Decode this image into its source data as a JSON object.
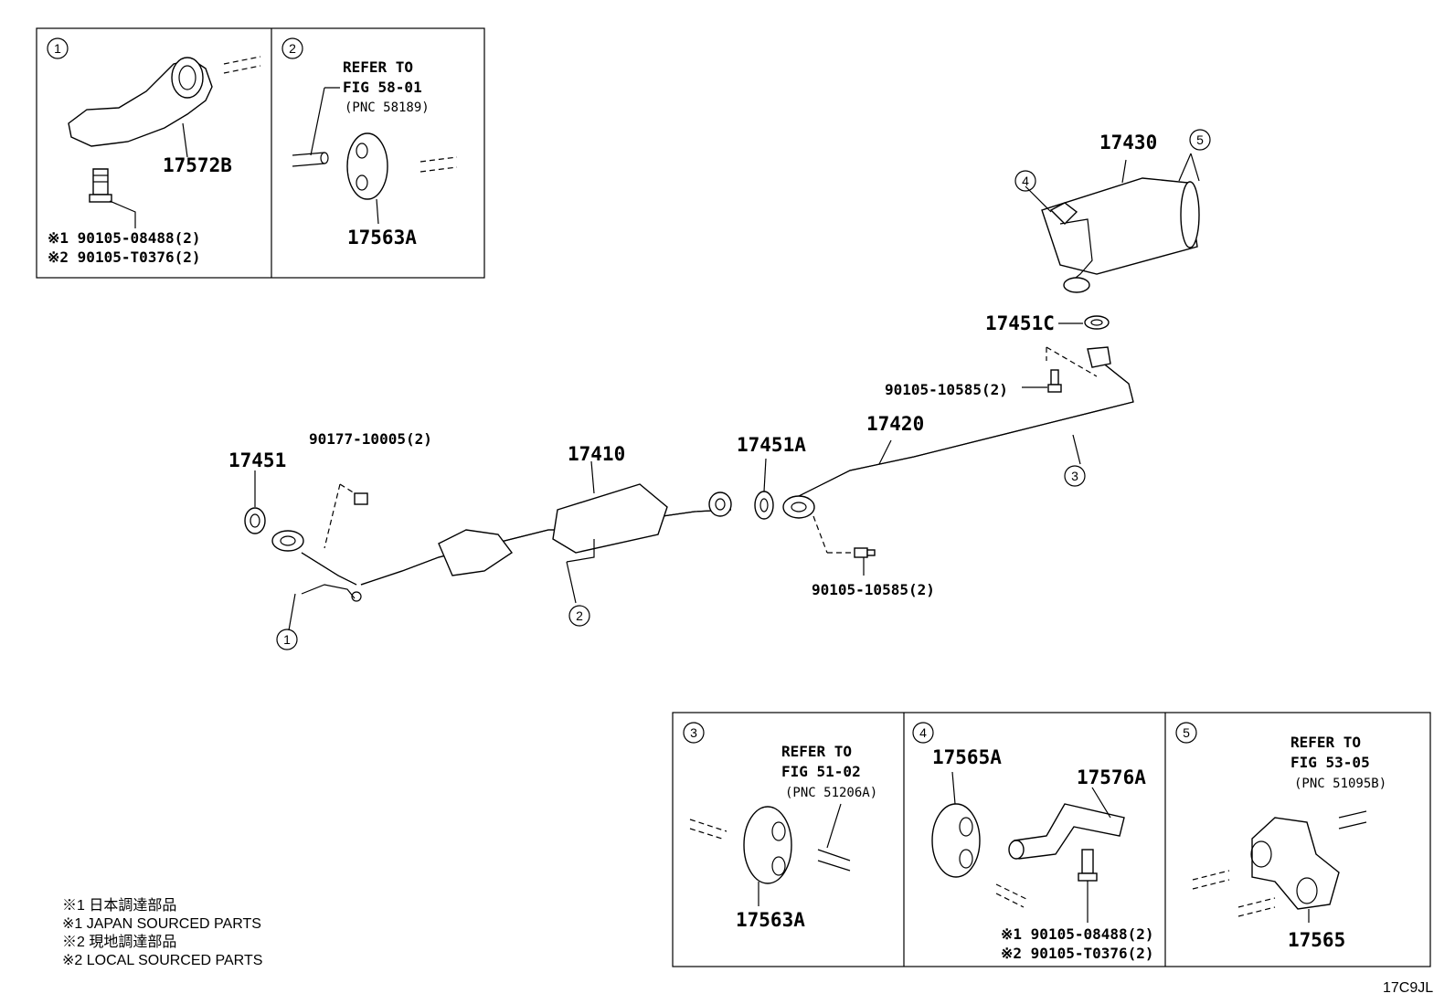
{
  "inset1": {
    "num": "1",
    "part": "17572B",
    "bolt1": "※1 90105-08488(2)",
    "bolt2": "※2 90105-T0376(2)"
  },
  "inset2": {
    "num": "2",
    "refer1": "REFER TO",
    "refer2": "FIG 58-01",
    "pnc": "(PNC 58189)",
    "part": "17563A"
  },
  "inset3": {
    "num": "3",
    "refer1": "REFER TO",
    "refer2": "FIG 51-02",
    "pnc": "(PNC 51206A)",
    "part": "17563A"
  },
  "inset4": {
    "num": "4",
    "part_a": "17565A",
    "part_b": "17576A",
    "bolt1": "※1 90105-08488(2)",
    "bolt2": "※2 90105-T0376(2)"
  },
  "inset5": {
    "num": "5",
    "refer1": "REFER TO",
    "refer2": "FIG 53-05",
    "pnc": "(PNC 51095B)",
    "part": "17565"
  },
  "main": {
    "p17430": "17430",
    "p17451C": "17451C",
    "p90105a": "90105-10585(2)",
    "p17420": "17420",
    "p17451A": "17451A",
    "p17410": "17410",
    "p90177": "90177-10005(2)",
    "p17451": "17451",
    "p90105b": "90105-10585(2)",
    "c1": "1",
    "c2": "2",
    "c3": "3",
    "c4": "4",
    "c5": "5"
  },
  "legend": {
    "l1": "※1 日本調達部品",
    "l2": "※1 JAPAN SOURCED PARTS",
    "l3": "※2 現地調達部品",
    "l4": "※2 LOCAL SOURCED PARTS"
  },
  "figure_code": "17C9JL"
}
